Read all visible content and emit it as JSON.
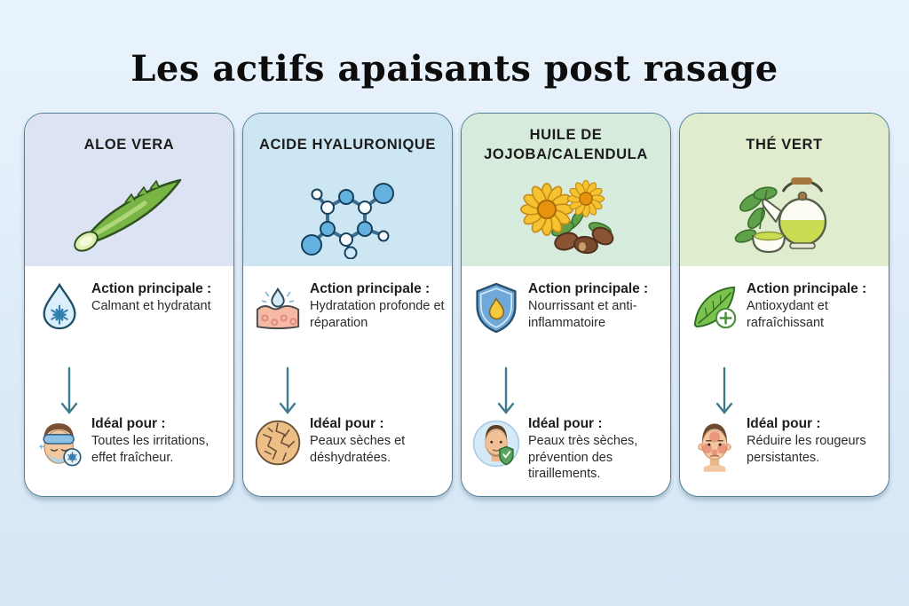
{
  "page": {
    "title": "Les actifs apaisants post rasage",
    "background_top": "#e9f3fc",
    "background_bottom": "#d5e6f5",
    "card_border_color": "#4e7f95",
    "arrow_color": "#3f7a8d"
  },
  "labels": {
    "action": "Action principale :",
    "ideal": "Idéal pour :"
  },
  "cards": [
    {
      "title": "ALOE VERA",
      "header_color": "#dce3f2",
      "illustration_icon": "aloe-vera-leaf-icon",
      "action_icon": "droplet-snowflake-icon",
      "action_text": "Calmant et hydratant",
      "ideal_icon": "face-cooling-mask-icon",
      "ideal_text": "Toutes les irritations, effet fraîcheur."
    },
    {
      "title": "ACIDE HYALURONIQUE",
      "header_color": "#cde6f3",
      "illustration_icon": "molecule-icon",
      "action_icon": "skin-hydration-icon",
      "action_text": "Hydratation profonde et réparation",
      "ideal_icon": "cracked-skin-icon",
      "ideal_text": "Peaux sèches et déshydratées."
    },
    {
      "title": "HUILE DE JOJOBA/CALENDULA",
      "header_color": "#d6ebdc",
      "illustration_icon": "calendula-jojoba-icon",
      "action_icon": "shield-oil-drop-icon",
      "action_text": "Nourrissant et anti-inflammatoire",
      "ideal_icon": "protected-face-icon",
      "ideal_text": "Peaux très sèches, prévention des tiraillements."
    },
    {
      "title": "THÉ VERT",
      "header_color": "#dfeccd",
      "illustration_icon": "green-tea-icon",
      "action_icon": "leaf-plus-icon",
      "action_text": "Antioxydant et rafraîchissant",
      "ideal_icon": "red-face-icon",
      "ideal_text": "Réduire les rougeurs persistantes."
    }
  ]
}
